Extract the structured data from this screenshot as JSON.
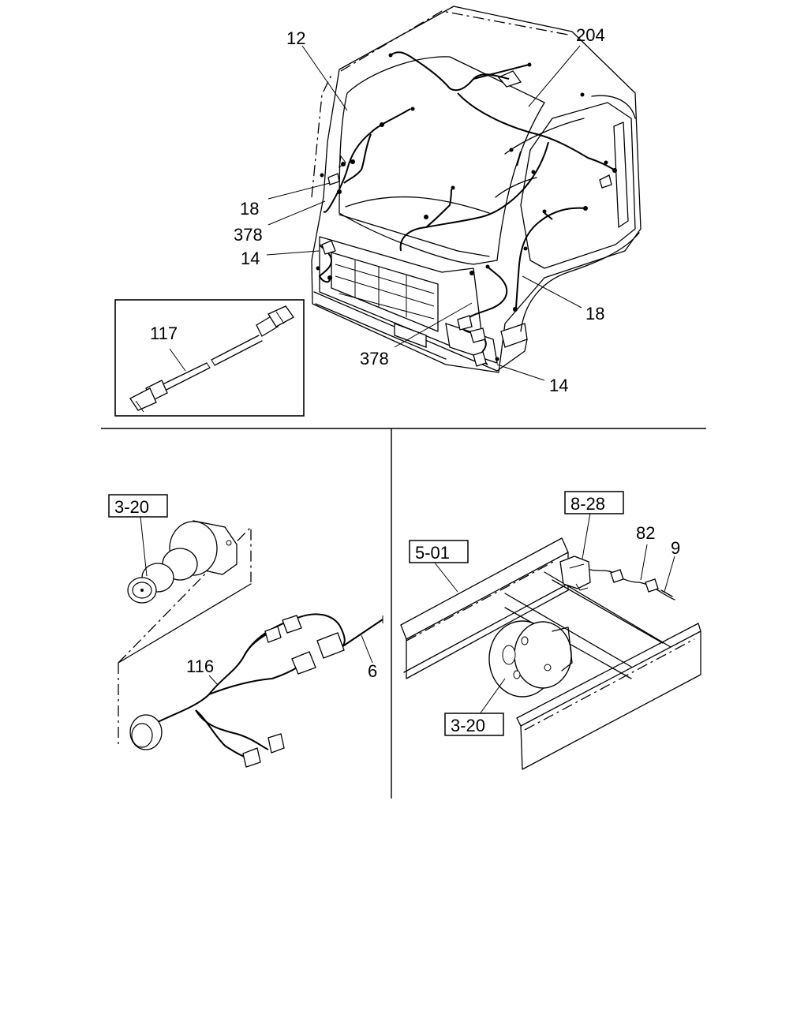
{
  "callouts": {
    "c12": "12",
    "c204": "204",
    "c18_left": "18",
    "c378_left": "378",
    "c14_left": "14",
    "c18_right": "18",
    "c378_right": "378",
    "c14_right": "14",
    "c117": "117",
    "c116": "116",
    "c6": "6",
    "c82": "82",
    "c9": "9"
  },
  "references": {
    "r_3_20_left": "3-20",
    "r_8_28": "8-28",
    "r_5_01": "5-01",
    "r_3_20_right": "3-20"
  }
}
